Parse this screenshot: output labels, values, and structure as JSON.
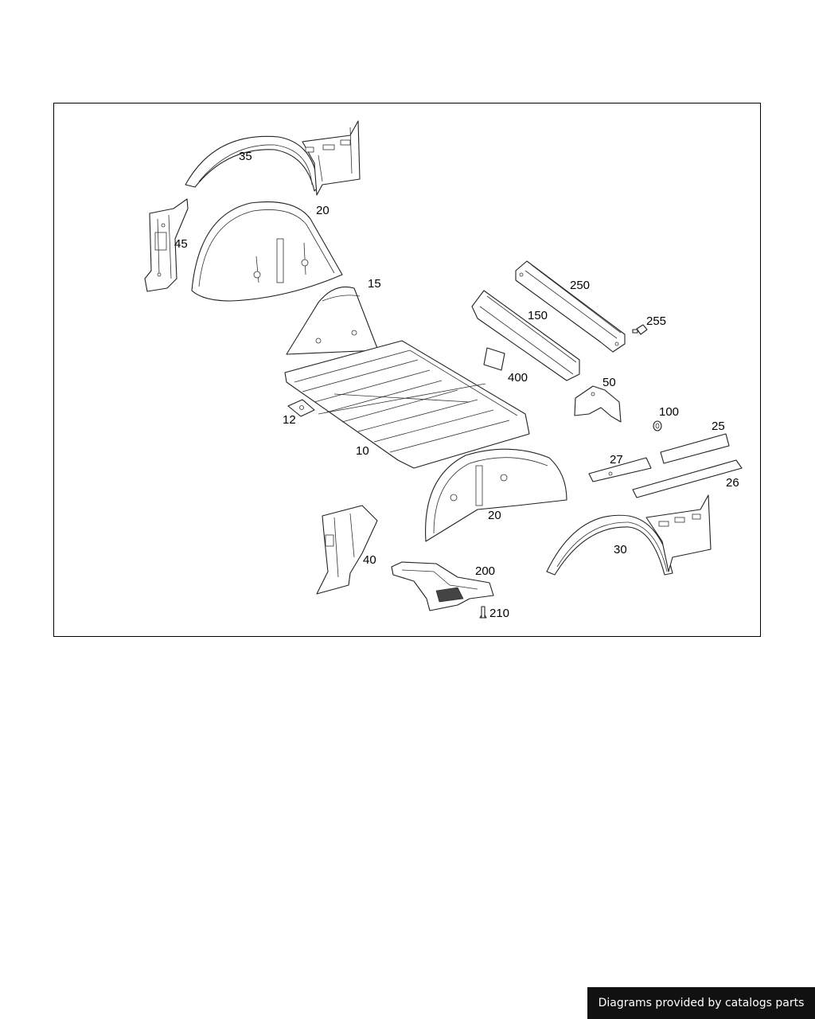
{
  "diagram": {
    "callouts": {
      "p35": "35",
      "p20a": "20",
      "p45": "45",
      "p15": "15",
      "p250": "250",
      "p150": "150",
      "p255": "255",
      "p400": "400",
      "p50": "50",
      "p12": "12",
      "p10": "10",
      "p100": "100",
      "p25": "25",
      "p27": "27",
      "p26": "26",
      "p20b": "20",
      "p30": "30",
      "p40": "40",
      "p200": "200",
      "p210": "210"
    }
  },
  "footer": {
    "credit": "Diagrams provided by catalogs parts"
  },
  "colors": {
    "line": "#222222",
    "badge_bg": "#111111",
    "badge_text": "#ffffff"
  }
}
